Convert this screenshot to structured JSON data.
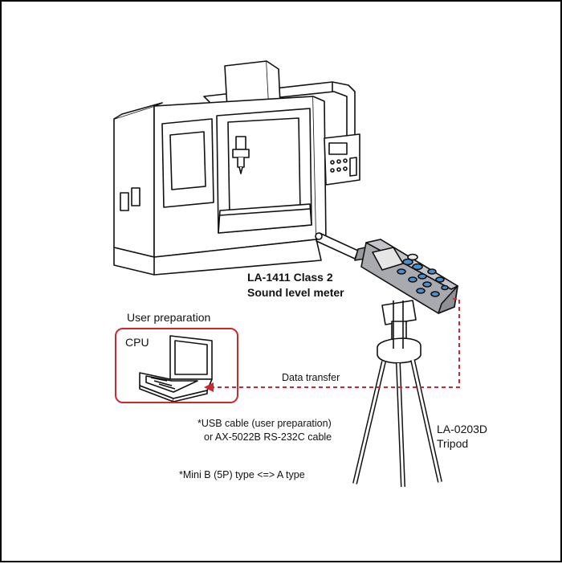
{
  "labels": {
    "meter_line1": "LA-1411 Class 2",
    "meter_line2": "Sound level meter",
    "user_preparation": "User preparation",
    "cpu": "CPU",
    "data_transfer": "Data transfer",
    "cable_line1": "*USB cable (user preparation)",
    "cable_line2": "or AX-5022B RS-232C cable",
    "tripod_line1": "LA-0203D",
    "tripod_line2": "Tripod",
    "mini_b_note": "*Mini B (5P) type <=> A type"
  },
  "colors": {
    "accent_red": "#d0262e",
    "meter_body": "#a9aab0",
    "meter_screen": "#e6e6e6",
    "key_blue": "#4a8fd0"
  }
}
